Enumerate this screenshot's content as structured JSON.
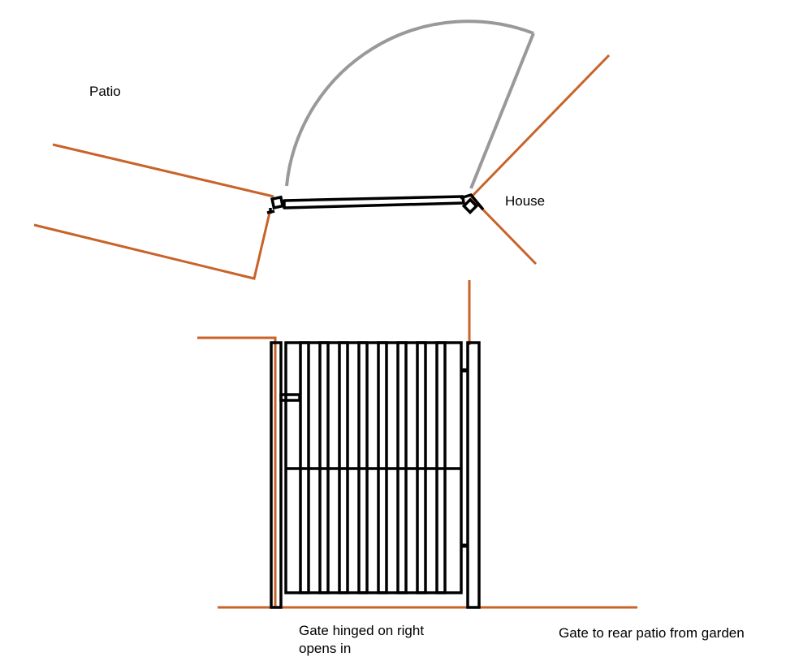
{
  "labels": {
    "patio": "Patio",
    "house": "House",
    "gate_note_line1": "Gate hinged on right",
    "gate_note_line2": "opens in",
    "caption": "Gate to rear patio from garden"
  },
  "colors": {
    "wall": "#c8632a",
    "swing_arc": "#999999",
    "gate": "#000000"
  }
}
